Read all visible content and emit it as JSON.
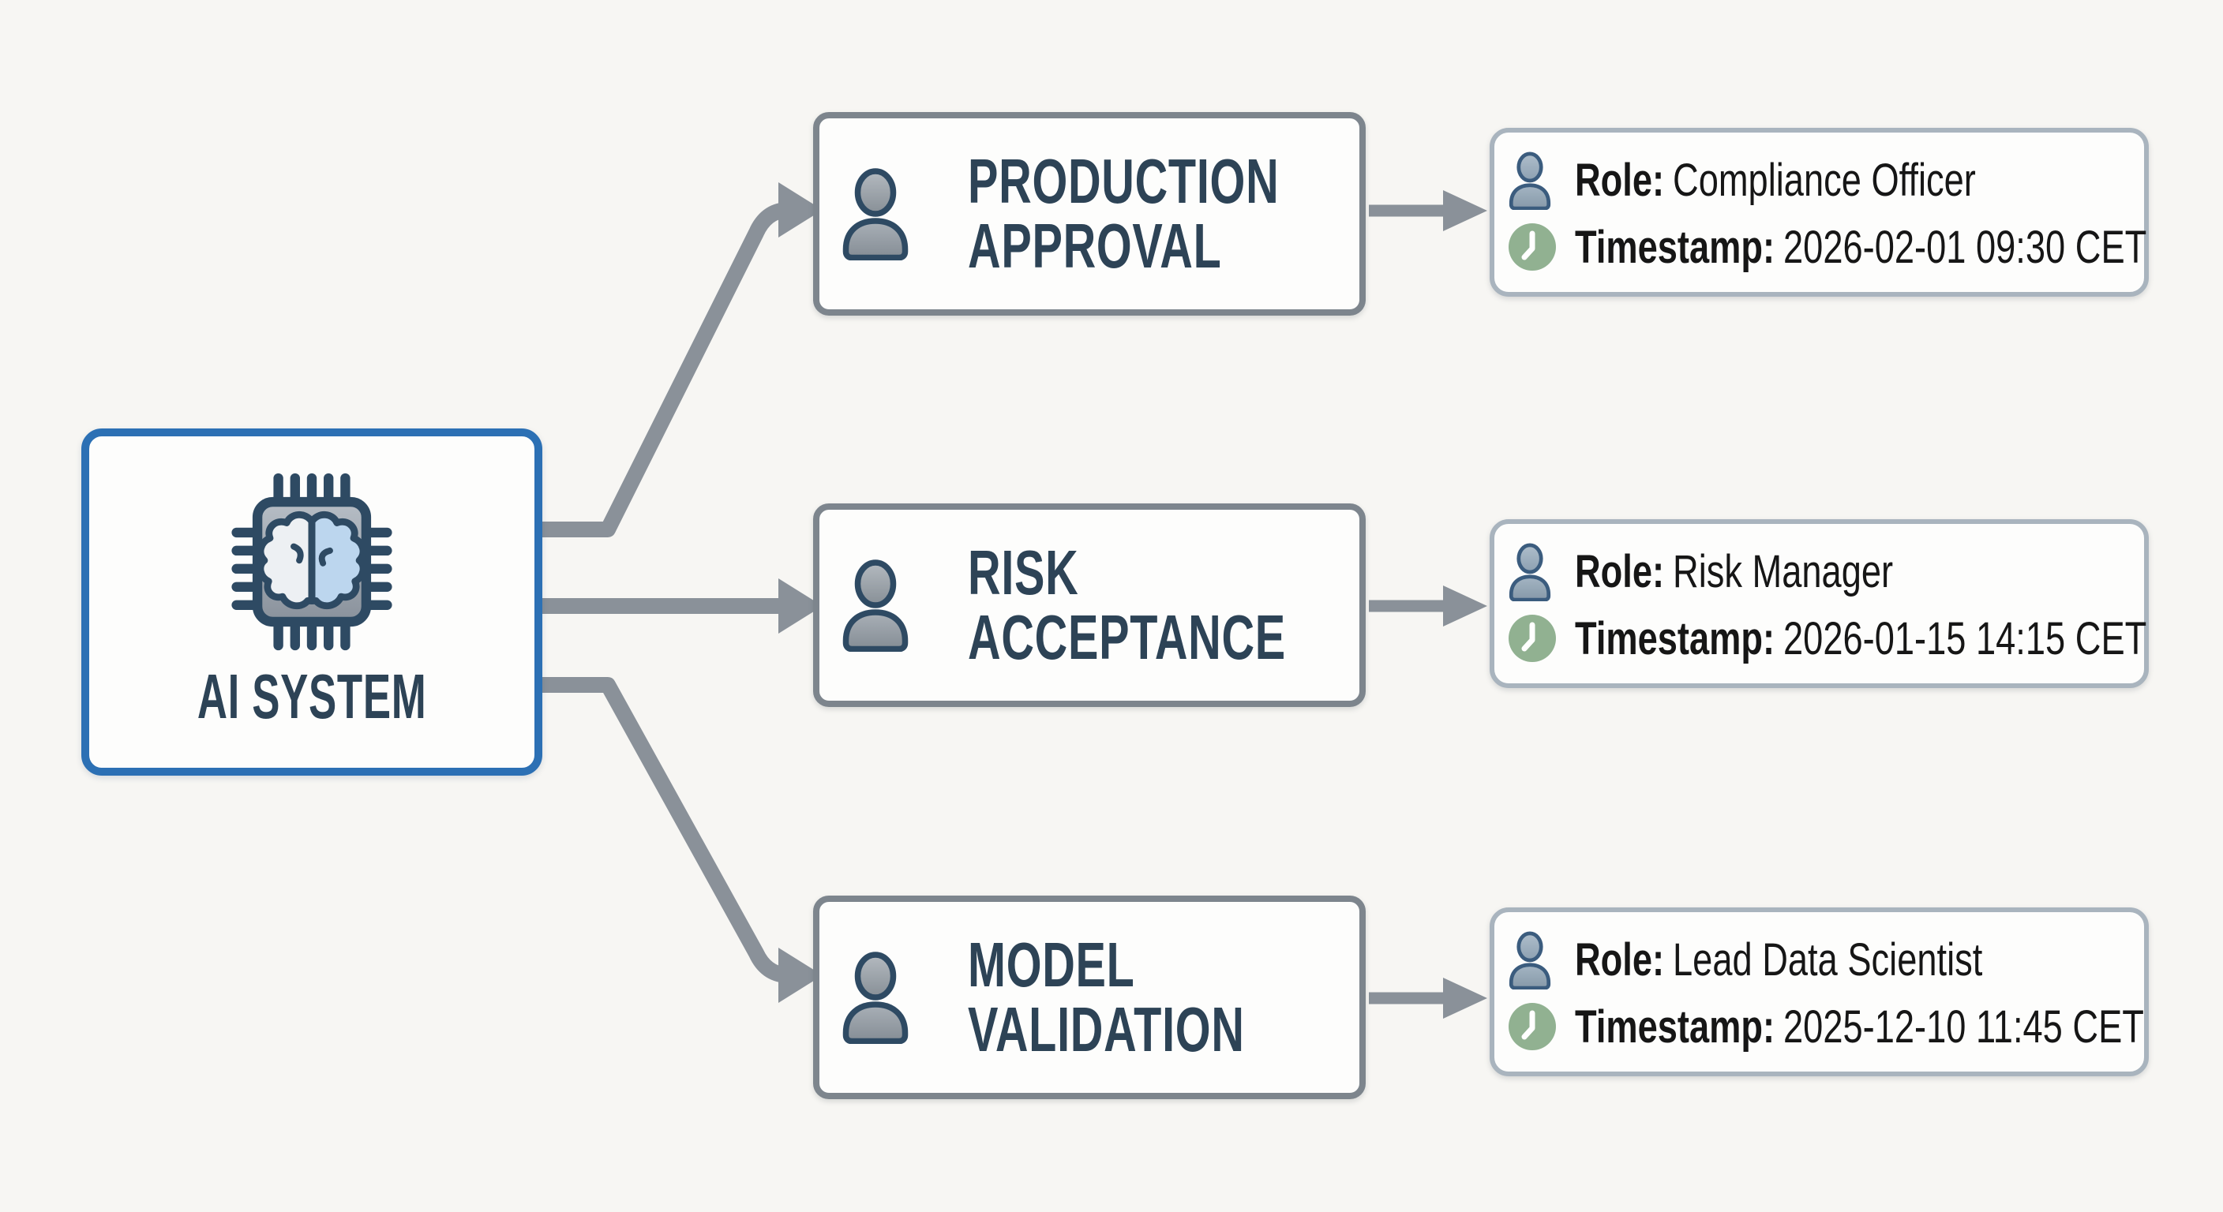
{
  "ai_system": {
    "label": "AI SYSTEM",
    "icon": "chip-brain-icon"
  },
  "stages": [
    {
      "title_line1": "PRODUCTION",
      "title_line2": "APPROVAL",
      "icon": "person-icon",
      "role_label": "Role:",
      "role_value": "Compliance Officer",
      "timestamp_label": "Timestamp:",
      "timestamp_value": "2026-02-01 09:30 CET"
    },
    {
      "title_line1": "RISK",
      "title_line2": "ACCEPTANCE",
      "icon": "person-icon",
      "role_label": "Role:",
      "role_value": "Risk Manager",
      "timestamp_label": "Timestamp:",
      "timestamp_value": "2026-01-15 14:15 CET"
    },
    {
      "title_line1": "MODEL",
      "title_line2": "VALIDATION",
      "icon": "person-icon",
      "role_label": "Role:",
      "role_value": "Lead Data Scientist",
      "timestamp_label": "Timestamp:",
      "timestamp_value": "2025-12-10 11:45 CET"
    }
  ],
  "icons": {
    "ai_node": "chip-brain-icon",
    "stage_node": "person-icon",
    "role_row": "person-icon",
    "timestamp_row": "clock-icon"
  },
  "colors": {
    "accent_blue": "#2c70b4",
    "stage_border_gray": "#7d858d",
    "detail_border_gray": "#a9b4be",
    "arrow_gray": "#8a9199",
    "title_navy": "#2d4356",
    "clock_green": "#91b191",
    "background": "#f7f6f3"
  }
}
